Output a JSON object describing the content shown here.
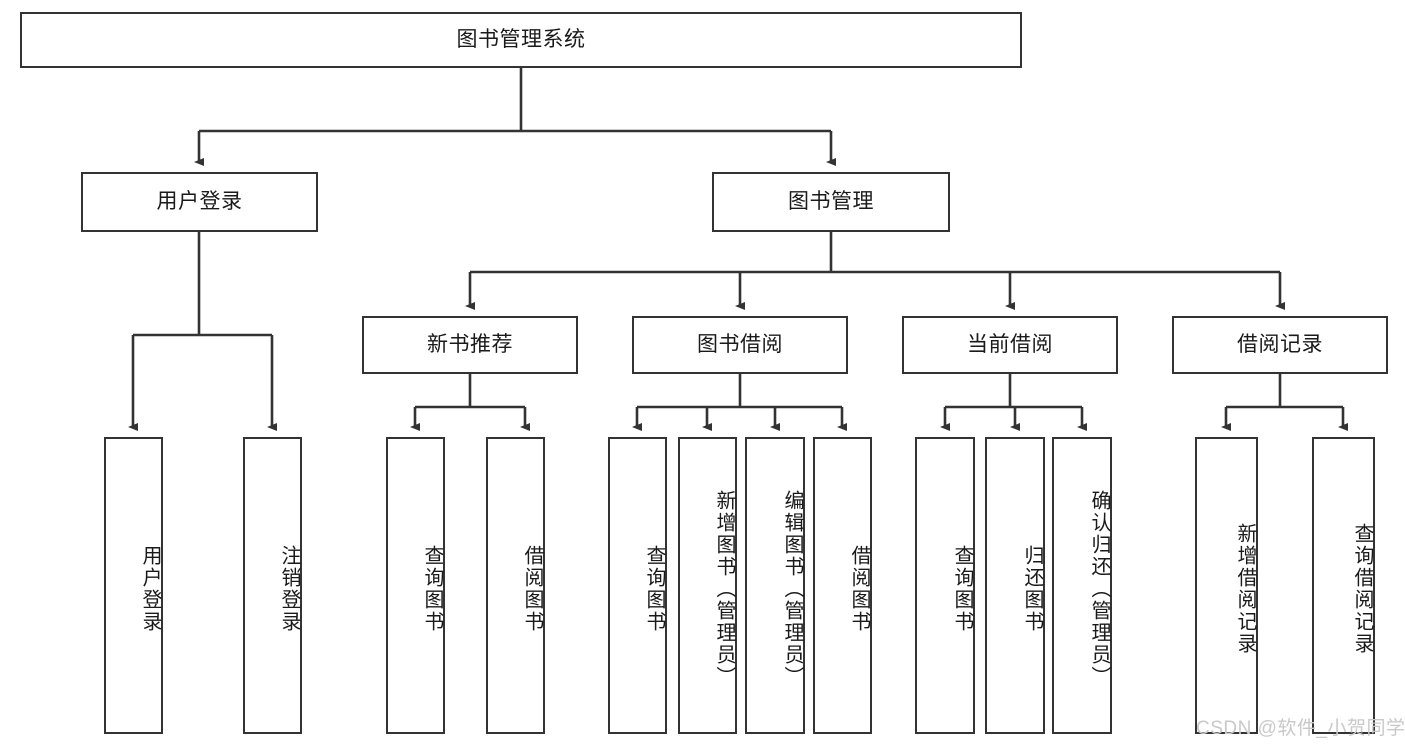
{
  "diagram": {
    "type": "tree-hierarchy",
    "title": "图书管理系统",
    "watermark": "CSDN @软件_小贺同学",
    "colors": {
      "border": "#333333",
      "background": "#ffffff",
      "text": "#1a1a1a",
      "edge": "#333333",
      "watermark": "#c9c9c9"
    },
    "nodes": {
      "root": {
        "label": "图书管理系统"
      },
      "level1": [
        {
          "label": "用户登录"
        },
        {
          "label": "图书管理"
        }
      ],
      "level2": [
        {
          "label": "新书推荐"
        },
        {
          "label": "图书借阅"
        },
        {
          "label": "当前借阅"
        },
        {
          "label": "借阅记录"
        }
      ],
      "leaves_user_login": [
        {
          "label": "用户登录"
        },
        {
          "label": "注销登录"
        }
      ],
      "leaves_new_books": [
        {
          "label": "查询图书"
        },
        {
          "label": "借阅图书"
        }
      ],
      "leaves_borrow": [
        {
          "label": "查询图书"
        },
        {
          "label": "新增图书（管理员）"
        },
        {
          "label": "编辑图书（管理员）"
        },
        {
          "label": "借阅图书"
        }
      ],
      "leaves_current": [
        {
          "label": "查询图书"
        },
        {
          "label": "归还图书"
        },
        {
          "label": "确认归还（管理员）"
        }
      ],
      "leaves_records": [
        {
          "label": "新增借阅记录"
        },
        {
          "label": "查询借阅记录"
        }
      ]
    }
  }
}
